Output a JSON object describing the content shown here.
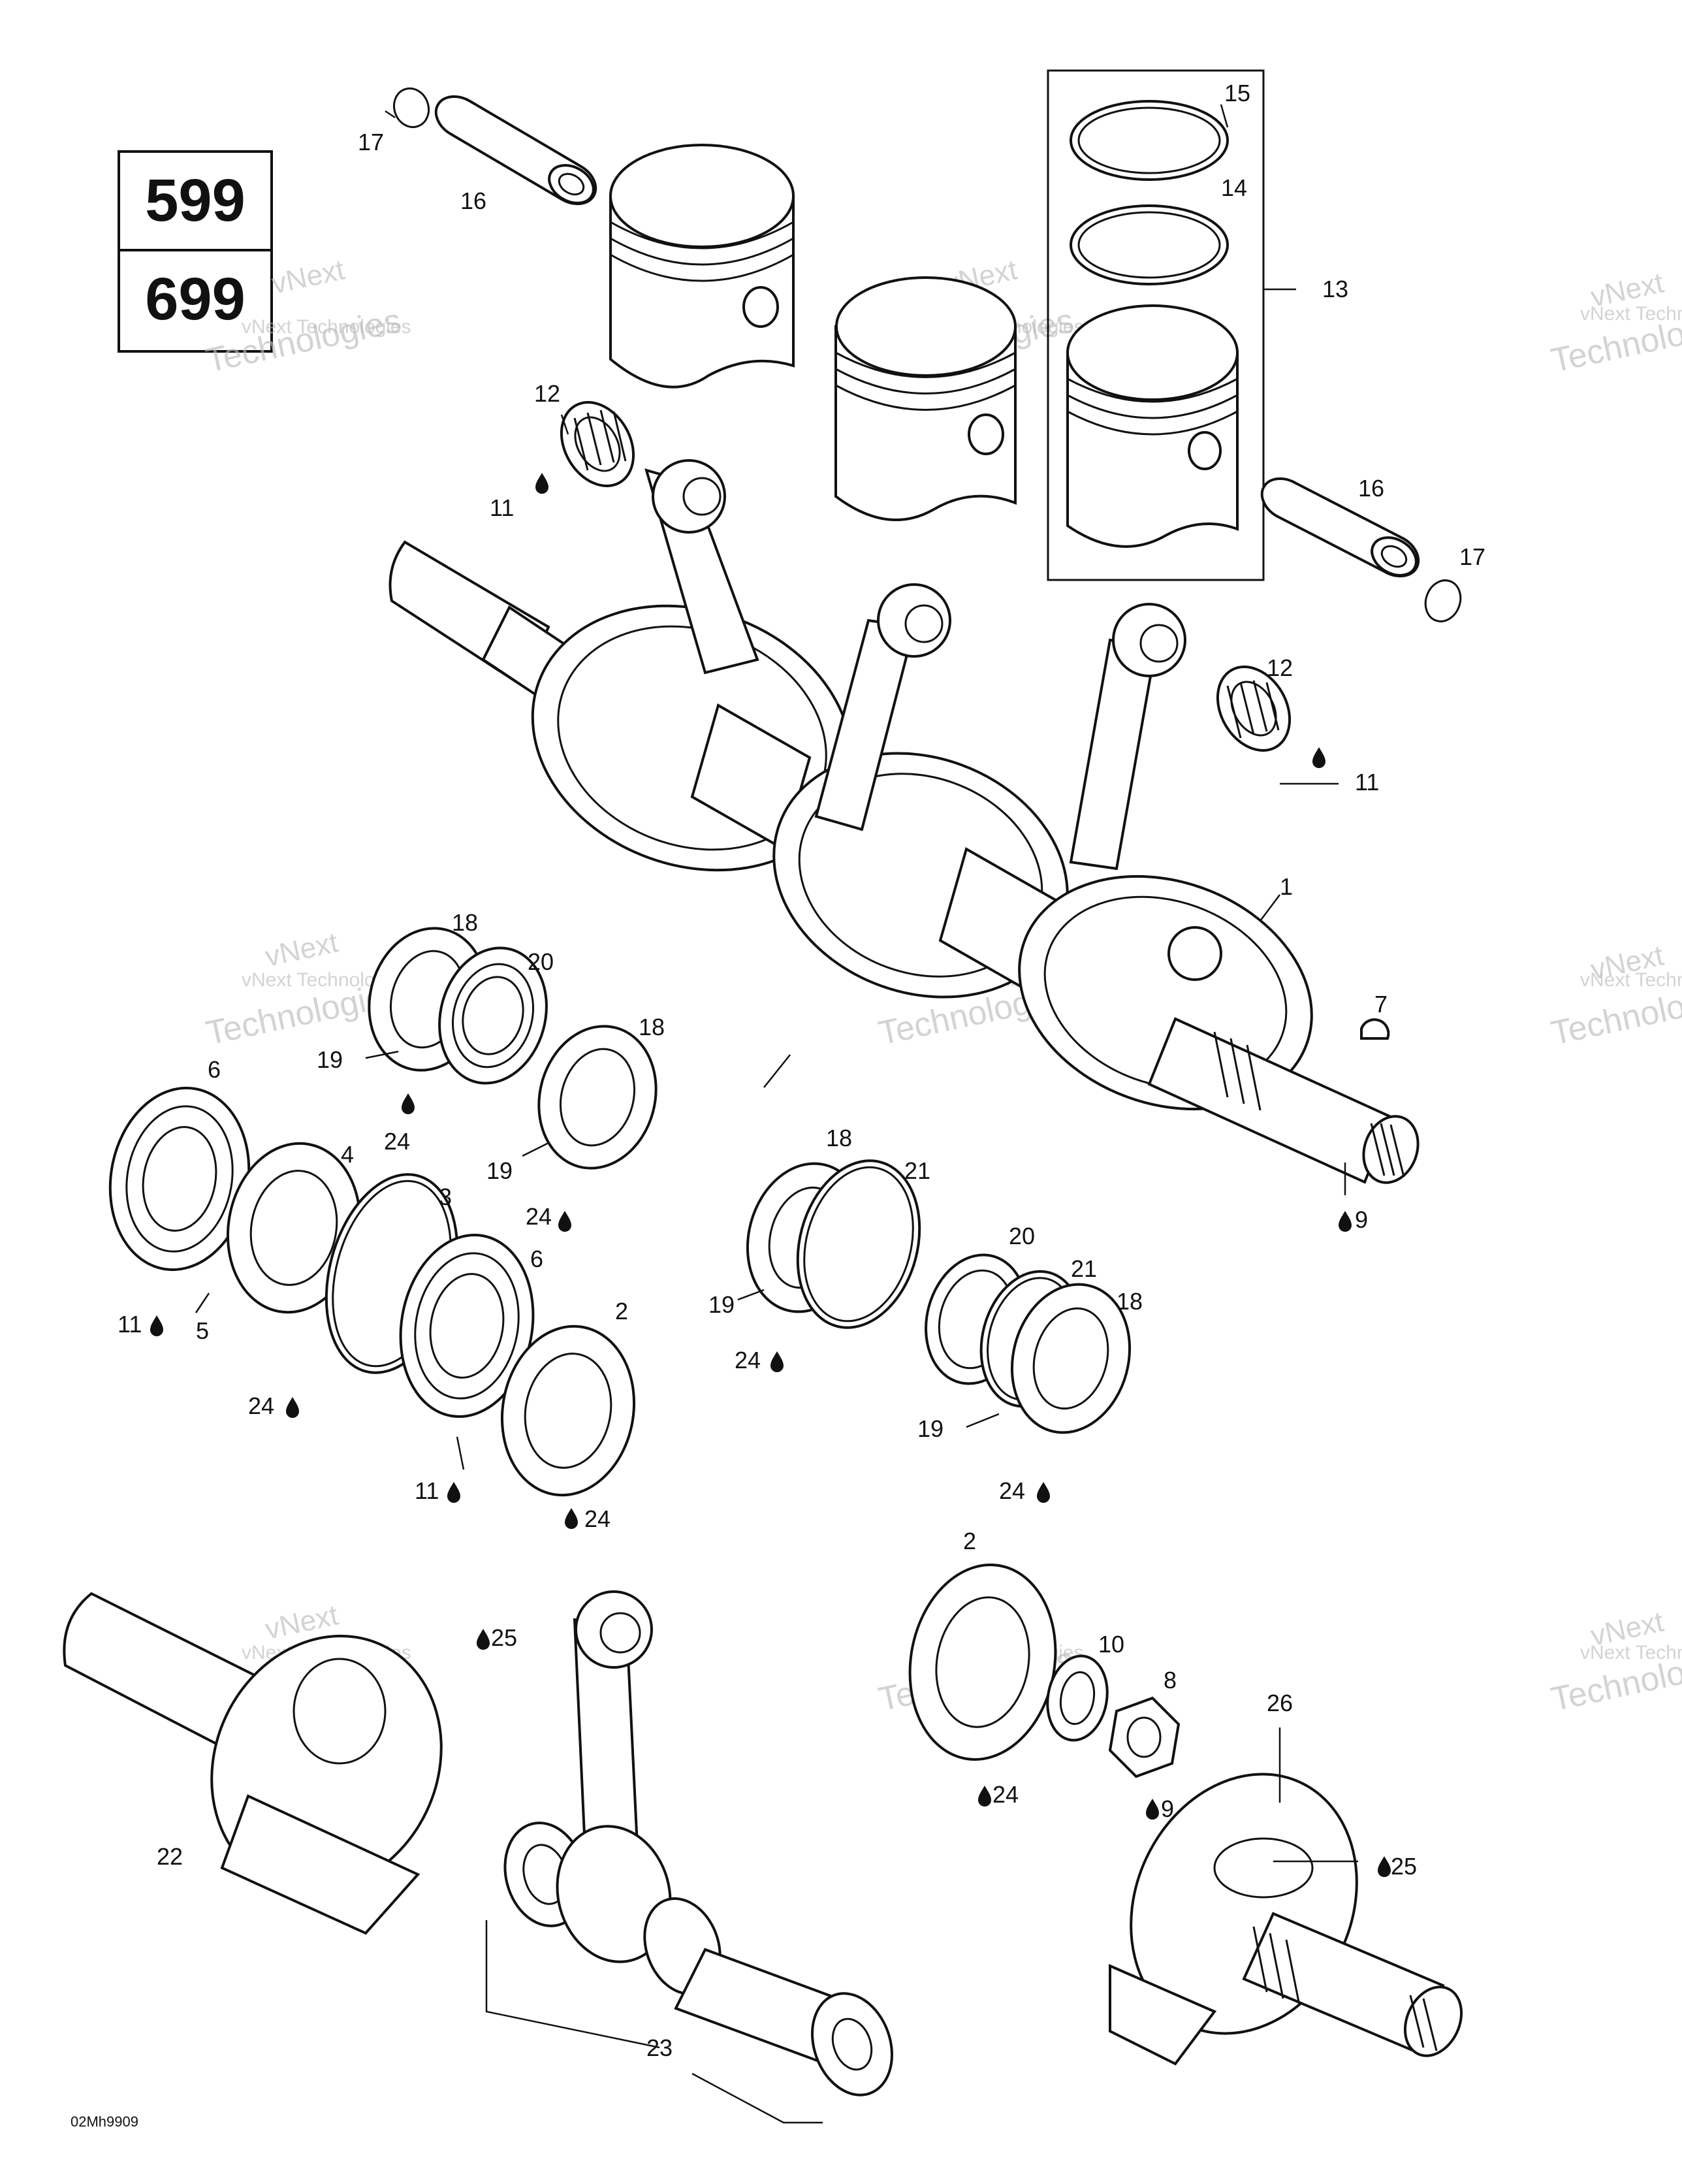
{
  "models": [
    "599",
    "699"
  ],
  "figure_code": "02Mh9909",
  "watermark": {
    "line1": "vNext",
    "line2": "vNext Technologies",
    "line3": "Technologies"
  },
  "callouts": {
    "c1": "1",
    "c2a": "2",
    "c2b": "2",
    "c3": "3",
    "c4": "4",
    "c5": "5",
    "c6a": "6",
    "c6b": "6",
    "c7": "7",
    "c8": "8",
    "c9a": "9",
    "c9b": "9",
    "c10": "10",
    "c11a": "11",
    "c11b": "11",
    "c11c": "11",
    "c11d": "11",
    "c12a": "12",
    "c12b": "12",
    "c13": "13",
    "c14": "14",
    "c15": "15",
    "c16a": "16",
    "c16b": "16",
    "c17a": "17",
    "c17b": "17",
    "c18a": "18",
    "c18b": "18",
    "c18c": "18",
    "c18d": "18",
    "c19a": "19",
    "c19b": "19",
    "c19c": "19",
    "c19d": "19",
    "c20a": "20",
    "c20b": "20",
    "c21a": "21",
    "c21b": "21",
    "c22": "22",
    "c23": "23",
    "c24a": "24",
    "c24b": "24",
    "c24c": "24",
    "c24d": "24",
    "c24e": "24",
    "c24f": "24",
    "c24g": "24",
    "c25a": "25",
    "c25b": "25",
    "c26": "26"
  },
  "icons": {
    "lubricant": "oil-drop-icon"
  }
}
